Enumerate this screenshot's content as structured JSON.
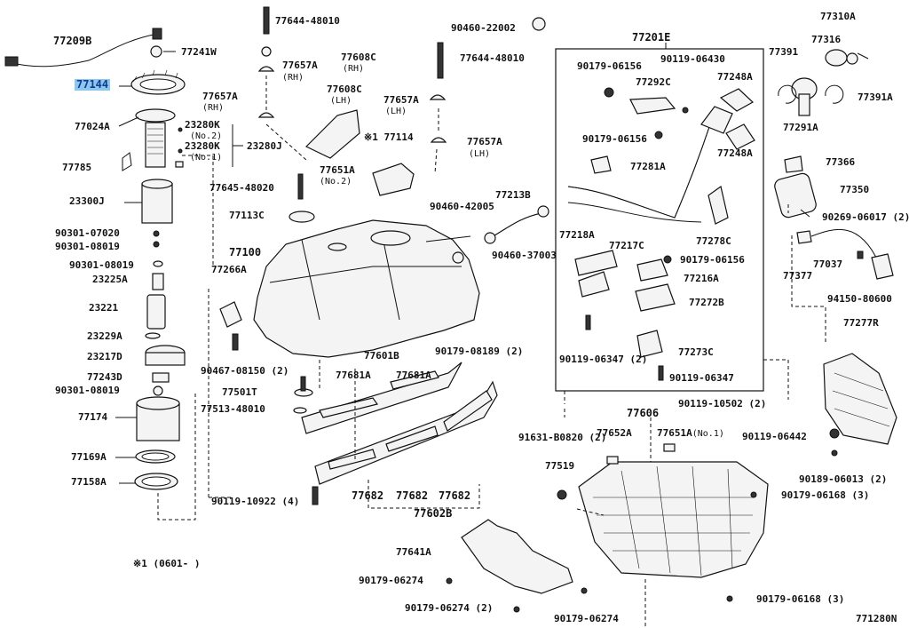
{
  "figure_code": "771280N",
  "footnote": "※1 (0601-   )",
  "labels": [
    {
      "id": "77209B",
      "text": "77209B"
    },
    {
      "id": "77241W",
      "text": "77241W"
    },
    {
      "id": "77144",
      "text": "77144",
      "highlight": true
    },
    {
      "id": "77024A",
      "text": "77024A"
    },
    {
      "id": "23280K-1",
      "text": "23280K",
      "note": "(No.2)"
    },
    {
      "id": "23280K-2",
      "text": "23280K",
      "note": "(No.1)"
    },
    {
      "id": "23280J",
      "text": "23280J"
    },
    {
      "id": "77785",
      "text": "77785"
    },
    {
      "id": "23300J",
      "text": "23300J"
    },
    {
      "id": "90301-07020",
      "text": "90301-07020"
    },
    {
      "id": "90301-08019a",
      "text": "90301-08019"
    },
    {
      "id": "90301-08019b",
      "text": "90301-08019"
    },
    {
      "id": "23225A",
      "text": "23225A"
    },
    {
      "id": "23221",
      "text": "23221"
    },
    {
      "id": "23229A",
      "text": "23229A"
    },
    {
      "id": "23217D",
      "text": "23217D"
    },
    {
      "id": "77243D",
      "text": "77243D"
    },
    {
      "id": "90301-08019c",
      "text": "90301-08019"
    },
    {
      "id": "77174",
      "text": "77174"
    },
    {
      "id": "77169A",
      "text": "77169A"
    },
    {
      "id": "77158A",
      "text": "77158A"
    },
    {
      "id": "77644-48010a",
      "text": "77644-48010"
    },
    {
      "id": "77608C-RH",
      "text": "77608C",
      "note": "(RH)"
    },
    {
      "id": "77657A-RH-top",
      "text": "77657A"
    },
    {
      "id": "RH-a",
      "text": "(RH)"
    },
    {
      "id": "77657A-RH",
      "text": "77657A"
    },
    {
      "id": "RH-b",
      "text": "(RH)"
    },
    {
      "id": "77114",
      "text": "※1 77114"
    },
    {
      "id": "77645-48020",
      "text": "77645-48020"
    },
    {
      "id": "77113C",
      "text": "77113C"
    },
    {
      "id": "77100",
      "text": "77100"
    },
    {
      "id": "77266A",
      "text": "77266A"
    },
    {
      "id": "90467-08150",
      "text": "90467-08150 (2)"
    },
    {
      "id": "77501T",
      "text": "77501T"
    },
    {
      "id": "77513-48010",
      "text": "77513-48010"
    },
    {
      "id": "90119-10922",
      "text": "90119-10922 (4)"
    },
    {
      "id": "90460-22002",
      "text": "90460-22002"
    },
    {
      "id": "77644-48010b",
      "text": "77644-48010"
    },
    {
      "id": "77608C-LH",
      "text": "77608C",
      "note": "(LH)"
    },
    {
      "id": "77657A-LH-top",
      "text": "77657A"
    },
    {
      "id": "LH-a",
      "text": "(LH)"
    },
    {
      "id": "77657A-LH",
      "text": "77657A"
    },
    {
      "id": "LH-b",
      "text": "(LH)"
    },
    {
      "id": "77651A-2",
      "text": "77651A",
      "note": "(No.2)"
    },
    {
      "id": "90460-42005",
      "text": "90460-42005"
    },
    {
      "id": "77213B",
      "text": "77213B"
    },
    {
      "id": "90460-37003",
      "text": "90460-37003"
    },
    {
      "id": "90179-08189",
      "text": "90179-08189 (2)"
    },
    {
      "id": "77601B",
      "text": "77601B"
    },
    {
      "id": "77681A-a",
      "text": "77681A"
    },
    {
      "id": "77681A-b",
      "text": "77681A"
    },
    {
      "id": "77682-a",
      "text": "77682"
    },
    {
      "id": "77682-b",
      "text": "77682"
    },
    {
      "id": "77682-c",
      "text": "77682"
    },
    {
      "id": "77602B",
      "text": "77602B"
    },
    {
      "id": "77641A",
      "text": "77641A"
    },
    {
      "id": "90179-06274a",
      "text": "90179-06274"
    },
    {
      "id": "90179-06274b",
      "text": "90179-06274 (2)"
    },
    {
      "id": "90179-06274c",
      "text": "90179-06274"
    },
    {
      "id": "77201E",
      "text": "77201E"
    },
    {
      "id": "90179-06156a",
      "text": "90179-06156"
    },
    {
      "id": "90119-06430",
      "text": "90119-06430"
    },
    {
      "id": "77292C",
      "text": "77292C"
    },
    {
      "id": "77248A-a",
      "text": "77248A"
    },
    {
      "id": "90179-06156b",
      "text": "90179-06156"
    },
    {
      "id": "77248A-b",
      "text": "77248A"
    },
    {
      "id": "77281A",
      "text": "77281A"
    },
    {
      "id": "77218A",
      "text": "77218A"
    },
    {
      "id": "77217C",
      "text": "77217C"
    },
    {
      "id": "77278C",
      "text": "77278C"
    },
    {
      "id": "90179-06156c",
      "text": "90179-06156"
    },
    {
      "id": "77216A",
      "text": "77216A"
    },
    {
      "id": "77272B",
      "text": "77272B"
    },
    {
      "id": "77273C",
      "text": "77273C"
    },
    {
      "id": "90119-06347a",
      "text": "90119-06347 (2)"
    },
    {
      "id": "90119-06347b",
      "text": "90119-06347"
    },
    {
      "id": "90119-10502",
      "text": "90119-10502 (2)"
    },
    {
      "id": "91631-B0820",
      "text": "91631-B0820 (2)"
    },
    {
      "id": "77606",
      "text": "77606"
    },
    {
      "id": "77652A",
      "text": "77652A"
    },
    {
      "id": "77651A-1",
      "text": "77651A",
      "note": "(No.1)"
    },
    {
      "id": "77519",
      "text": "77519"
    },
    {
      "id": "90179-06168a",
      "text": "90179-06168 (3)"
    },
    {
      "id": "90179-06168b",
      "text": "90179-06168 (3)"
    },
    {
      "id": "77310A",
      "text": "77310A"
    },
    {
      "id": "77316",
      "text": "77316"
    },
    {
      "id": "77391",
      "text": "77391"
    },
    {
      "id": "77391A",
      "text": "77391A"
    },
    {
      "id": "77291A",
      "text": "77291A"
    },
    {
      "id": "77366",
      "text": "77366"
    },
    {
      "id": "77350",
      "text": "77350"
    },
    {
      "id": "90269-06017",
      "text": "90269-06017 (2)"
    },
    {
      "id": "77037",
      "text": "77037"
    },
    {
      "id": "77377",
      "text": "77377"
    },
    {
      "id": "94150-80600",
      "text": "94150-80600"
    },
    {
      "id": "77277R",
      "text": "77277R"
    },
    {
      "id": "90119-06442",
      "text": "90119-06442"
    },
    {
      "id": "90189-06013",
      "text": "90189-06013 (2)"
    }
  ]
}
